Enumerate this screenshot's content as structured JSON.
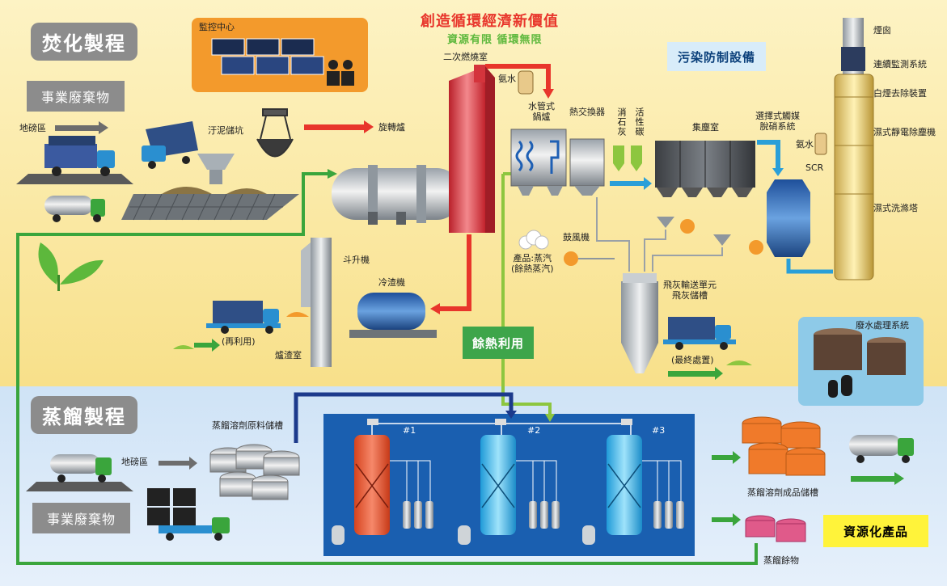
{
  "sections": {
    "incineration": "焚化製程",
    "distillation": "蒸餾製程"
  },
  "slogan": {
    "main": "創造循環經濟新價值",
    "sub": "資源有限 循環無限"
  },
  "incineration": {
    "waste_label": "事業廢棄物",
    "weighbridge": "地磅區",
    "sludge_pit": "汙泥儲坑",
    "monitor_center": "監控中心",
    "rotary_kiln": "旋轉爐",
    "secondary_chamber": "二次燃燒室",
    "ammonia": "氨水",
    "boiler": "水管式\n鍋爐",
    "heat_exchanger": "熱交換器",
    "lime": "消石灰",
    "activated_carbon": "活性碳",
    "dust_collector": "集塵室",
    "scr": "選擇式觸媒\n脫硝系統",
    "ammonia2": "氨水",
    "scr_short": "SCR",
    "pollution_control": "污染防制設備",
    "stack_items": [
      "煙囪",
      "連續監測系統",
      "白煙去除裝置",
      "濕式靜電除塵機",
      "濕式洗滌塔"
    ],
    "bucket_elevator": "斗升機",
    "slag_cooler": "冷渣機",
    "slag_room": "爐渣室",
    "reuse": "(再利用)",
    "steam_product": "產品:蒸汽\n(餘熱蒸汽)",
    "blower": "鼓風機",
    "fly_ash": "飛灰輸送單元\n飛灰儲槽",
    "final_disposal": "(最終處置)",
    "waste_water": "廢水處理系統",
    "heat_use": "餘熱利用"
  },
  "distillation": {
    "weighbridge": "地磅區",
    "waste_label": "事業廢棄物",
    "raw_tank": "蒸餾溶劑原料儲槽",
    "columns": [
      "#1",
      "#2",
      "#3"
    ],
    "product_tank": "蒸餾溶劑成品儲槽",
    "residue": "蒸餾餘物",
    "resource_product": "資源化產品"
  },
  "colors": {
    "red_arrow": "#e8352b",
    "green_line": "#3aa53c",
    "navy_line": "#1c3a8c",
    "cyan_arrow": "#2a9fd8",
    "resource_yellow": "#fff33a"
  }
}
